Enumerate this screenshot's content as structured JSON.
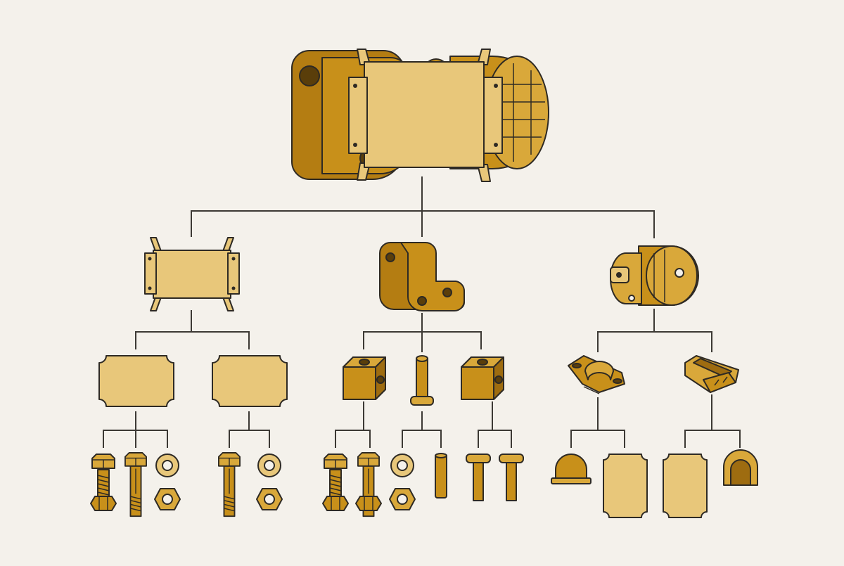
{
  "diagram": {
    "kind": "exploded-assembly-tree",
    "colors": {
      "background": "#f4f1eb",
      "line": "#3c3934",
      "outline": "#2e2a24",
      "part_dark": "#c8901a",
      "part_mid": "#d9a83a",
      "part_light": "#e8c77a",
      "part_shadow": "#9e6c10"
    },
    "nodes": [
      {
        "id": "root",
        "icon": "full-assembly-icon",
        "children": [
          "frame",
          "bracket",
          "housing"
        ]
      },
      {
        "id": "frame",
        "icon": "mounting-frame-icon",
        "children": [
          "plate-a",
          "plate-b"
        ]
      },
      {
        "id": "bracket",
        "icon": "bracket-icon",
        "children": [
          "block-a",
          "pin",
          "block-b"
        ]
      },
      {
        "id": "housing",
        "icon": "motor-housing-icon",
        "children": [
          "clip-a",
          "clip-b"
        ]
      },
      {
        "id": "plate-a",
        "icon": "notched-plate-icon",
        "children": [
          "plate-a-hardware"
        ]
      },
      {
        "id": "plate-b",
        "icon": "notched-plate-icon",
        "children": [
          "plate-b-hardware"
        ]
      },
      {
        "id": "block-a",
        "icon": "drilled-block-icon",
        "children": [
          "block-a-hardware"
        ]
      },
      {
        "id": "pin",
        "icon": "pin-icon",
        "children": [
          "pin-hardware"
        ]
      },
      {
        "id": "block-b",
        "icon": "drilled-block-icon",
        "children": [
          "block-b-hardware"
        ]
      },
      {
        "id": "clip-a",
        "icon": "saddle-clip-icon",
        "children": [
          "dome-cap",
          "plate-c"
        ]
      },
      {
        "id": "clip-b",
        "icon": "latch-clip-icon",
        "children": [
          "plate-d",
          "arch-cap"
        ]
      }
    ],
    "hardware_sets": [
      {
        "id": "plate-a-hardware",
        "items": [
          "short-bolt-icon",
          "long-bolt-icon",
          "washer-icon",
          "hex-nut-icon",
          "hex-nut-icon"
        ]
      },
      {
        "id": "plate-b-hardware",
        "items": [
          "long-bolt-icon",
          "washer-icon",
          "hex-nut-icon"
        ]
      },
      {
        "id": "block-a-hardware",
        "items": [
          "short-bolt-icon",
          "long-bolt-icon",
          "hex-nut-icon",
          "hex-nut-icon"
        ]
      },
      {
        "id": "pin-hardware",
        "items": [
          "washer-icon",
          "dowel-pin-icon",
          "hex-nut-icon"
        ]
      },
      {
        "id": "block-b-hardware",
        "items": [
          "clevis-pin-icon",
          "clevis-pin-icon"
        ]
      }
    ]
  }
}
